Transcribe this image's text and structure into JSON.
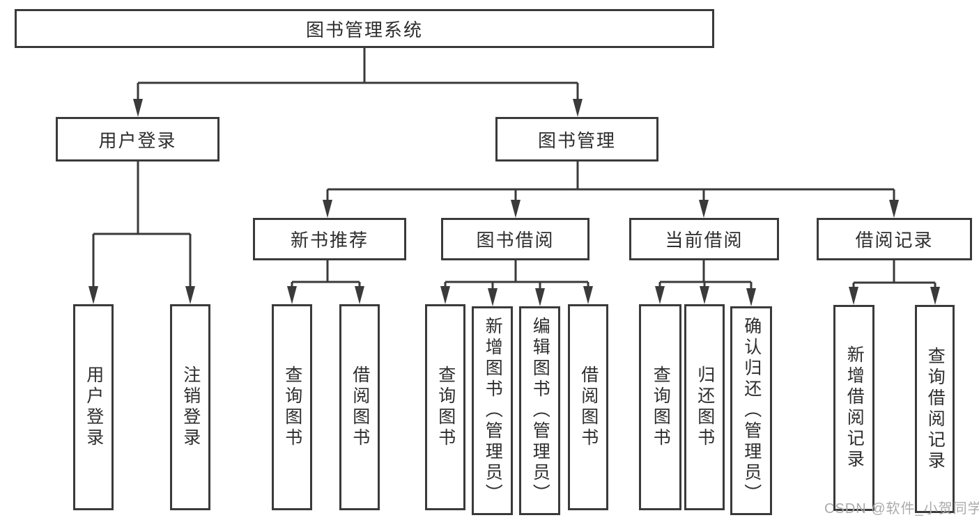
{
  "title": {
    "label": "图书管理系统"
  },
  "level2": [
    {
      "label": "用户登录"
    },
    {
      "label": "图书管理"
    }
  ],
  "level3": [
    {
      "label": "新书推荐"
    },
    {
      "label": "图书借阅"
    },
    {
      "label": "当前借阅"
    },
    {
      "label": "借阅记录"
    }
  ],
  "leaves": {
    "user_login": [
      {
        "label": "用户登录"
      },
      {
        "label": "注销登录"
      }
    ],
    "new_book": [
      {
        "label": "查询图书"
      },
      {
        "label": "借阅图书"
      }
    ],
    "book_borrow": [
      {
        "label": "查询图书"
      },
      {
        "label": "新增图书（管理员）"
      },
      {
        "label": "编辑图书（管理员）"
      },
      {
        "label": "借阅图书"
      }
    ],
    "current_borrow": [
      {
        "label": "查询图书"
      },
      {
        "label": "归还图书"
      },
      {
        "label": "确认归还（管理员）"
      }
    ],
    "borrow_records": [
      {
        "label": "新增借阅记录"
      },
      {
        "label": "查询借阅记录"
      }
    ]
  },
  "watermark": {
    "text": "CSDN @软件_小贺同学"
  },
  "colors": {
    "line": "#3a3a3a",
    "text": "#2d2d2d",
    "watermark": "#ababab",
    "background": "#ffffff"
  }
}
